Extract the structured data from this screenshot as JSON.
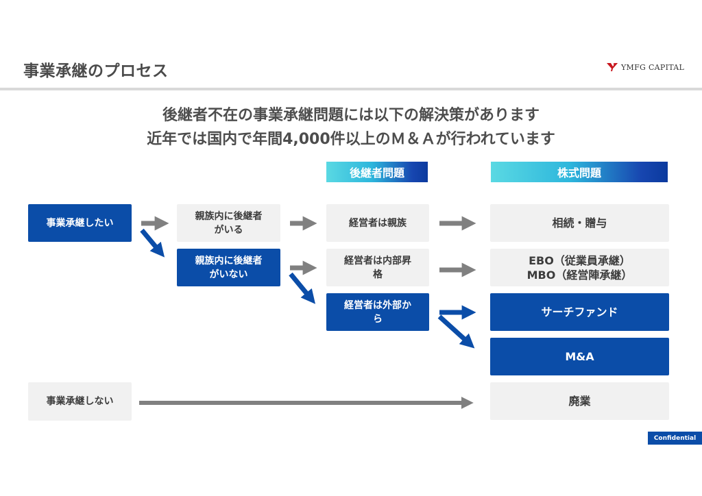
{
  "header": {
    "title": "事業承継のプロセス",
    "logo_text": "YMFG CAPITAL",
    "logo_icon": "ymfg-logo-icon"
  },
  "headline": {
    "line1": "後継者不在の事業承継問題には以下の解決策があります",
    "line2": "近年では国内で年間4,000件以上のＭ＆Ａが行われています"
  },
  "categories": {
    "successor": "後継者問題",
    "stock": "株式問題"
  },
  "nodes": {
    "want_succession": "事業承継したい",
    "family_has_successor": [
      "親族内に後継者",
      "がいる"
    ],
    "family_no_successor": [
      "親族内に後継者",
      "がいない"
    ],
    "manager_family": "経営者は親族",
    "manager_internal": [
      "経営者は内部昇",
      "格"
    ],
    "manager_external": [
      "経営者は外部か",
      "ら"
    ],
    "inheritance_gift": "相続・贈与",
    "ebo_mbo": [
      "EBO（従業員承継）",
      "MBO（経営陣承継）"
    ],
    "search_fund": "サーチファンド",
    "ma": "M&A",
    "no_succession": "事業承継しない",
    "closure": "廃業"
  },
  "colors": {
    "primary_blue": "#0b4da8",
    "arrow_gray": "#808080",
    "box_gray": "#f1f1f1",
    "gradient_start": "#5ad9e3",
    "gradient_end": "#0b3a9e"
  },
  "footer": {
    "confidential": "Confidential"
  }
}
